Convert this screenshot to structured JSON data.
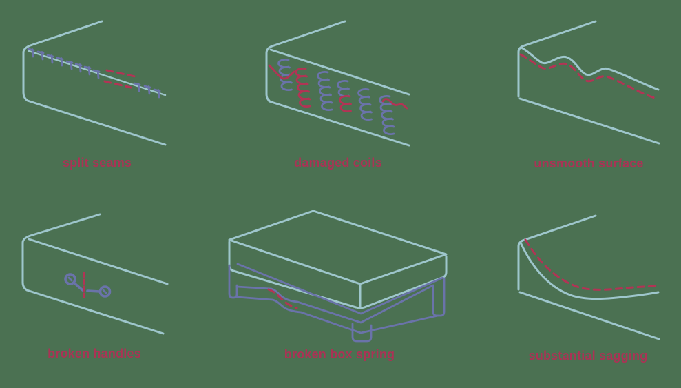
{
  "colors": {
    "background": "#4b7152",
    "mattress_outline": "#9ec6cc",
    "detail_purple": "#6a73aa",
    "damage_red": "#b23455",
    "label_text": "#aa3355"
  },
  "panels": [
    {
      "id": "split-seams",
      "label": "split seams"
    },
    {
      "id": "damaged-coils",
      "label": "damaged coils"
    },
    {
      "id": "unsmooth-surface",
      "label": "unsmooth surface"
    },
    {
      "id": "broken-handles",
      "label": "broken handles"
    },
    {
      "id": "broken-box-spring",
      "label": "broken box spring"
    },
    {
      "id": "substantial-sagging",
      "label": "substantial sagging"
    }
  ]
}
